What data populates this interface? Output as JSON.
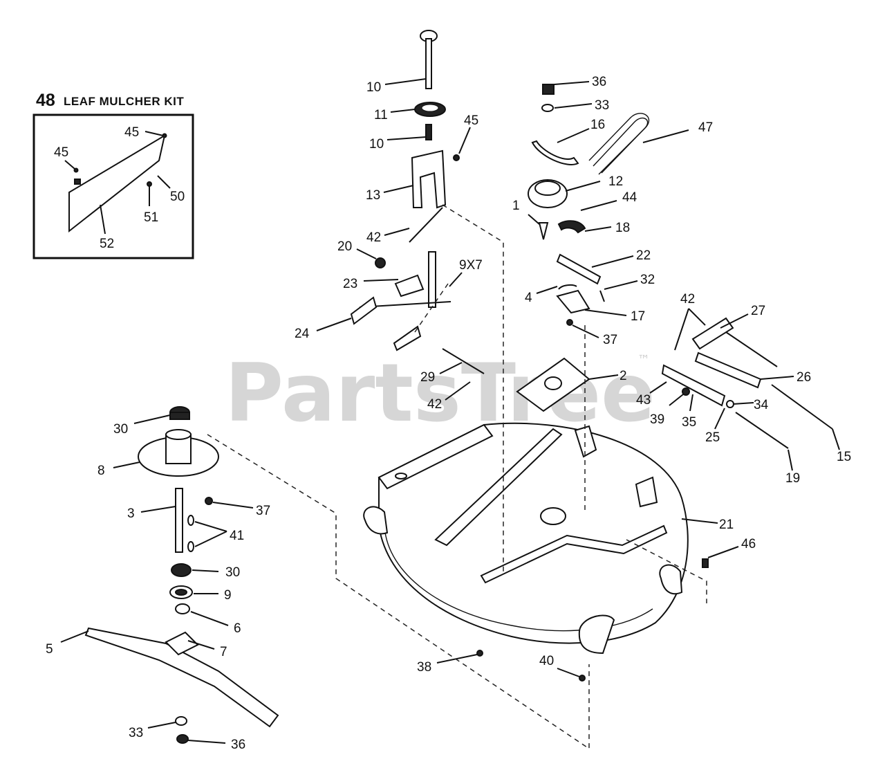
{
  "watermark": {
    "text": "PartsTree",
    "trademark": "™"
  },
  "kit": {
    "number": "48",
    "title": "LEAF MULCHER KIT"
  },
  "labels": [
    {
      "id": "lbl-10-top",
      "text": "10"
    },
    {
      "id": "lbl-11",
      "text": "11"
    },
    {
      "id": "lbl-10-mid",
      "text": "10"
    },
    {
      "id": "lbl-45-mid",
      "text": "45"
    },
    {
      "id": "lbl-13",
      "text": "13"
    },
    {
      "id": "lbl-42-a",
      "text": "42"
    },
    {
      "id": "lbl-20",
      "text": "20"
    },
    {
      "id": "lbl-9x7",
      "text": "9X7"
    },
    {
      "id": "lbl-23",
      "text": "23"
    },
    {
      "id": "lbl-24",
      "text": "24"
    },
    {
      "id": "lbl-29",
      "text": "29"
    },
    {
      "id": "lbl-42-b",
      "text": "42"
    },
    {
      "id": "lbl-36-top",
      "text": "36"
    },
    {
      "id": "lbl-33-top",
      "text": "33"
    },
    {
      "id": "lbl-16",
      "text": "16"
    },
    {
      "id": "lbl-47",
      "text": "47"
    },
    {
      "id": "lbl-12",
      "text": "12"
    },
    {
      "id": "lbl-1",
      "text": "1"
    },
    {
      "id": "lbl-44",
      "text": "44"
    },
    {
      "id": "lbl-18",
      "text": "18"
    },
    {
      "id": "lbl-22",
      "text": "22"
    },
    {
      "id": "lbl-32",
      "text": "32"
    },
    {
      "id": "lbl-4",
      "text": "4"
    },
    {
      "id": "lbl-17",
      "text": "17"
    },
    {
      "id": "lbl-37-mid",
      "text": "37"
    },
    {
      "id": "lbl-2",
      "text": "2"
    },
    {
      "id": "lbl-42-c",
      "text": "42"
    },
    {
      "id": "lbl-27",
      "text": "27"
    },
    {
      "id": "lbl-26",
      "text": "26"
    },
    {
      "id": "lbl-43",
      "text": "43"
    },
    {
      "id": "lbl-39",
      "text": "39"
    },
    {
      "id": "lbl-35",
      "text": "35"
    },
    {
      "id": "lbl-34",
      "text": "34"
    },
    {
      "id": "lbl-25",
      "text": "25"
    },
    {
      "id": "lbl-15",
      "text": "15"
    },
    {
      "id": "lbl-19",
      "text": "19"
    },
    {
      "id": "lbl-21",
      "text": "21"
    },
    {
      "id": "lbl-46",
      "text": "46"
    },
    {
      "id": "lbl-38",
      "text": "38"
    },
    {
      "id": "lbl-40",
      "text": "40"
    },
    {
      "id": "lbl-30-top",
      "text": "30"
    },
    {
      "id": "lbl-8",
      "text": "8"
    },
    {
      "id": "lbl-3",
      "text": "3"
    },
    {
      "id": "lbl-37-left",
      "text": "37"
    },
    {
      "id": "lbl-41",
      "text": "41"
    },
    {
      "id": "lbl-30-bot",
      "text": "30"
    },
    {
      "id": "lbl-9",
      "text": "9"
    },
    {
      "id": "lbl-6",
      "text": "6"
    },
    {
      "id": "lbl-5",
      "text": "5"
    },
    {
      "id": "lbl-7",
      "text": "7"
    },
    {
      "id": "lbl-33-bot",
      "text": "33"
    },
    {
      "id": "lbl-36-bot",
      "text": "36"
    },
    {
      "id": "lbl-45-kit-a",
      "text": "45"
    },
    {
      "id": "lbl-45-kit-b",
      "text": "45"
    },
    {
      "id": "lbl-50",
      "text": "50"
    },
    {
      "id": "lbl-51",
      "text": "51"
    },
    {
      "id": "lbl-52",
      "text": "52"
    }
  ]
}
